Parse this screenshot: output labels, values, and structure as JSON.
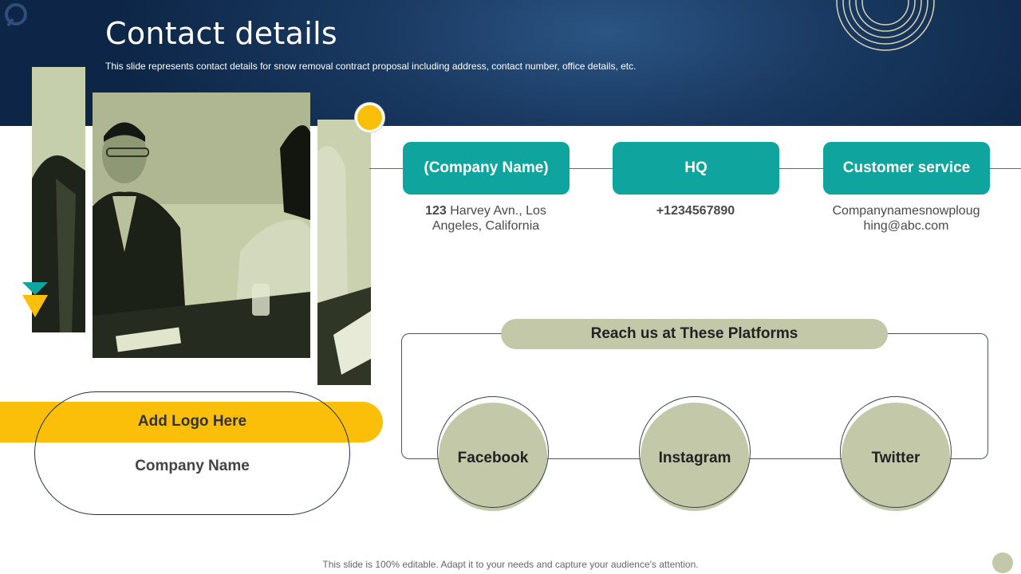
{
  "header": {
    "title": "Contact details",
    "subtitle": "This slide represents contact details for snow removal contract proposal including address, contact number, office details, etc."
  },
  "contacts": [
    {
      "heading": "(Company Name)",
      "info_bold": "123",
      "info": " Harvey Avn., Los Angeles, California"
    },
    {
      "heading": "HQ",
      "info_bold": "+1234567890",
      "info": ""
    },
    {
      "heading": "Customer service",
      "info_bold": "",
      "info": "Companynamesnowploughing@abc.com"
    }
  ],
  "platforms": {
    "title": "Reach us at These Platforms",
    "items": [
      {
        "label": "Facebook"
      },
      {
        "label": "Instagram"
      },
      {
        "label": "Twitter"
      }
    ]
  },
  "logo_block": {
    "logo_label": "Add Logo Here",
    "company_label": "Company Name"
  },
  "footer": {
    "note": "This slide is 100% editable. Adapt it to your needs and capture your audience's attention."
  },
  "colors": {
    "header_navy": "#0d2647",
    "teal": "#0fa59e",
    "yellow": "#fbbf0a",
    "sage": "#c3c9a8"
  },
  "icons": [
    "corner-brand-icon",
    "concentric-rings-icon",
    "down-triangles-icon"
  ]
}
